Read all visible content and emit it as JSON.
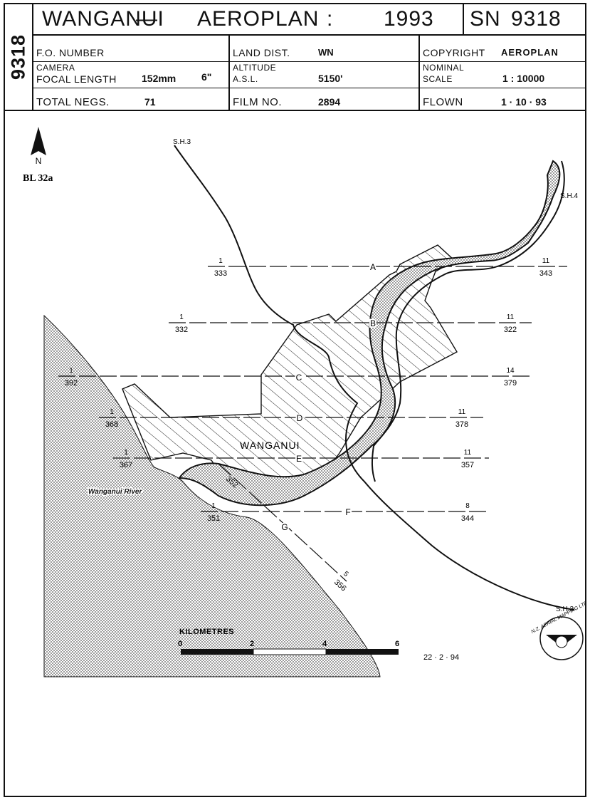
{
  "header": {
    "side_code": "9318",
    "title_place": "WANGANUI",
    "title_dash": "—",
    "title_operator": "AEROPLAN",
    "title_colon": ":",
    "title_year": "1993",
    "sn_label": "SN",
    "sn_value": "9318",
    "fo_number_label": "F.O. NUMBER",
    "land_dist_label": "LAND DIST.",
    "land_dist_value": "WN",
    "copyright_label": "COPYRIGHT",
    "copyright_value": "AEROPLAN",
    "camera_label_1": "CAMERA",
    "camera_label_2": "FOCAL LENGTH",
    "focal_mm": "152mm",
    "focal_in": "6\"",
    "altitude_label_1": "ALTITUDE",
    "altitude_label_2": "A.S.L.",
    "altitude_value": "5150'",
    "scale_label_1": "NOMINAL",
    "scale_label_2": "SCALE",
    "scale_value": "1 : 10000",
    "total_negs_label": "TOTAL NEGS.",
    "total_negs_value": "71",
    "film_no_label": "FILM NO.",
    "film_no_value": "2894",
    "flown_label": "FLOWN",
    "flown_value": "1 · 10 · 93"
  },
  "map": {
    "north_letter": "N",
    "sheet_ref": "BL 32a",
    "town_label": "WANGANUI",
    "river_label": "Wanganui River",
    "road_labels": [
      "S.H.3",
      "S.H.4",
      "S.H.3"
    ],
    "flight_runs": [
      {
        "letter": "A",
        "start_top": "1",
        "start_bottom": "333",
        "end_top": "11",
        "end_bottom": "343"
      },
      {
        "letter": "B",
        "start_top": "1",
        "start_bottom": "332",
        "end_top": "11",
        "end_bottom": "322"
      },
      {
        "letter": "C",
        "start_top": "1",
        "start_bottom": "392",
        "end_top": "14",
        "end_bottom": "379"
      },
      {
        "letter": "D",
        "start_top": "1",
        "start_bottom": "368",
        "end_top": "11",
        "end_bottom": "378"
      },
      {
        "letter": "E",
        "start_top": "1",
        "start_bottom": "367",
        "end_top": "11",
        "end_bottom": "357"
      },
      {
        "letter": "F",
        "start_top": "1",
        "start_bottom": "351",
        "end_top": "8",
        "end_bottom": "344"
      },
      {
        "letter": "G",
        "start_top": "",
        "start_bottom": "352",
        "end_top": "5",
        "end_bottom": "356"
      }
    ],
    "scale_bar": {
      "title": "KILOMETRES",
      "ticks": [
        "0",
        "2",
        "4",
        "6"
      ]
    },
    "date_stamp": "22 · 2 · 94",
    "logo_text": "N.Z. AERIAL MAPPING LTD."
  }
}
